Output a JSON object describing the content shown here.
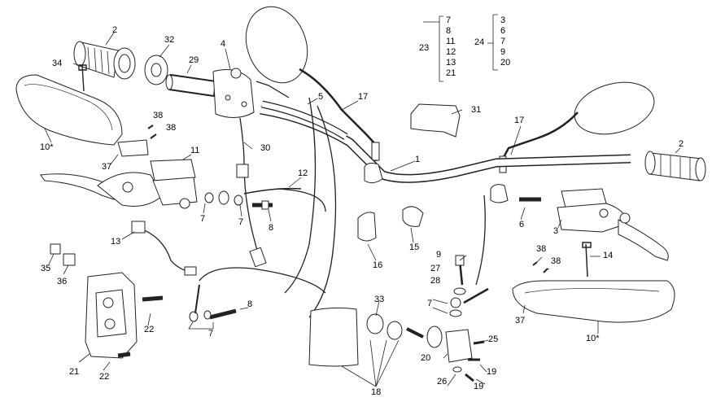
{
  "callouts": {
    "c1": "1",
    "c2a": "2",
    "c2b": "2",
    "c3": "3",
    "c4": "4",
    "c5": "5",
    "c6": "6",
    "c7a": "7",
    "c7b": "7",
    "c7c": "7",
    "c7d": "7",
    "c8a": "8",
    "c8b": "8",
    "c9": "9",
    "c10a": "10*",
    "c10b": "10*",
    "c11": "11",
    "c12": "12",
    "c13": "13",
    "c14": "14",
    "c15": "15",
    "c16": "16",
    "c17a": "17",
    "c17b": "17",
    "c18": "18",
    "c19a": "19",
    "c19b": "19",
    "c20": "20",
    "c21": "21",
    "c22a": "22",
    "c22b": "22",
    "c25": "25",
    "c26": "26",
    "c27": "27",
    "c28": "28",
    "c29": "29",
    "c30": "30",
    "c31": "31",
    "c32": "32",
    "c33": "33",
    "c34": "34",
    "c35": "35",
    "c36": "36",
    "c37a": "37",
    "c37b": "37",
    "c38a": "38",
    "c38b": "38",
    "c38c": "38",
    "c38d": "38"
  },
  "groups": [
    {
      "label": "23",
      "items": [
        "7",
        "8",
        "11",
        "12",
        "13",
        "21"
      ]
    },
    {
      "label": "24",
      "items": [
        "3",
        "6",
        "7",
        "9",
        "20"
      ]
    }
  ]
}
